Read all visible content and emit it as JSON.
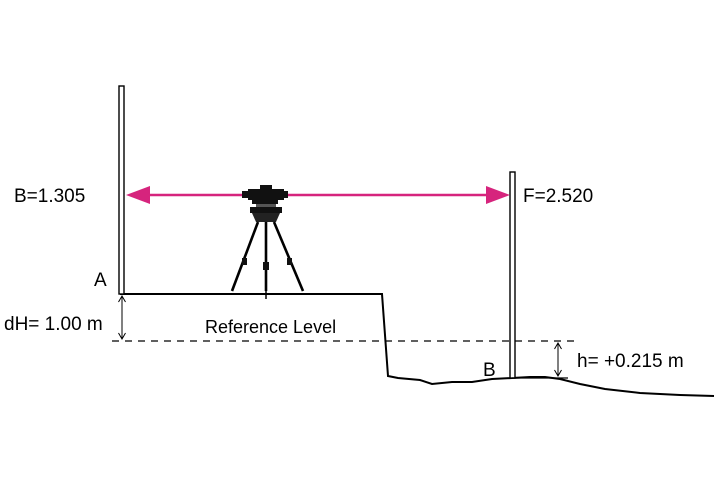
{
  "labels": {
    "backsight": "B=1.305",
    "foresight": "F=2.520",
    "point_a": "A",
    "point_b": "B",
    "height_difference": "dH= 1.00 m",
    "reference_level": "Reference Level",
    "height_result": "h= +0.215 m"
  },
  "colors": {
    "sight_line": "#d6247d",
    "ink": "#000000",
    "background": "#ffffff"
  },
  "icons": {
    "instrument": "levelling-instrument-on-tripod-icon"
  }
}
